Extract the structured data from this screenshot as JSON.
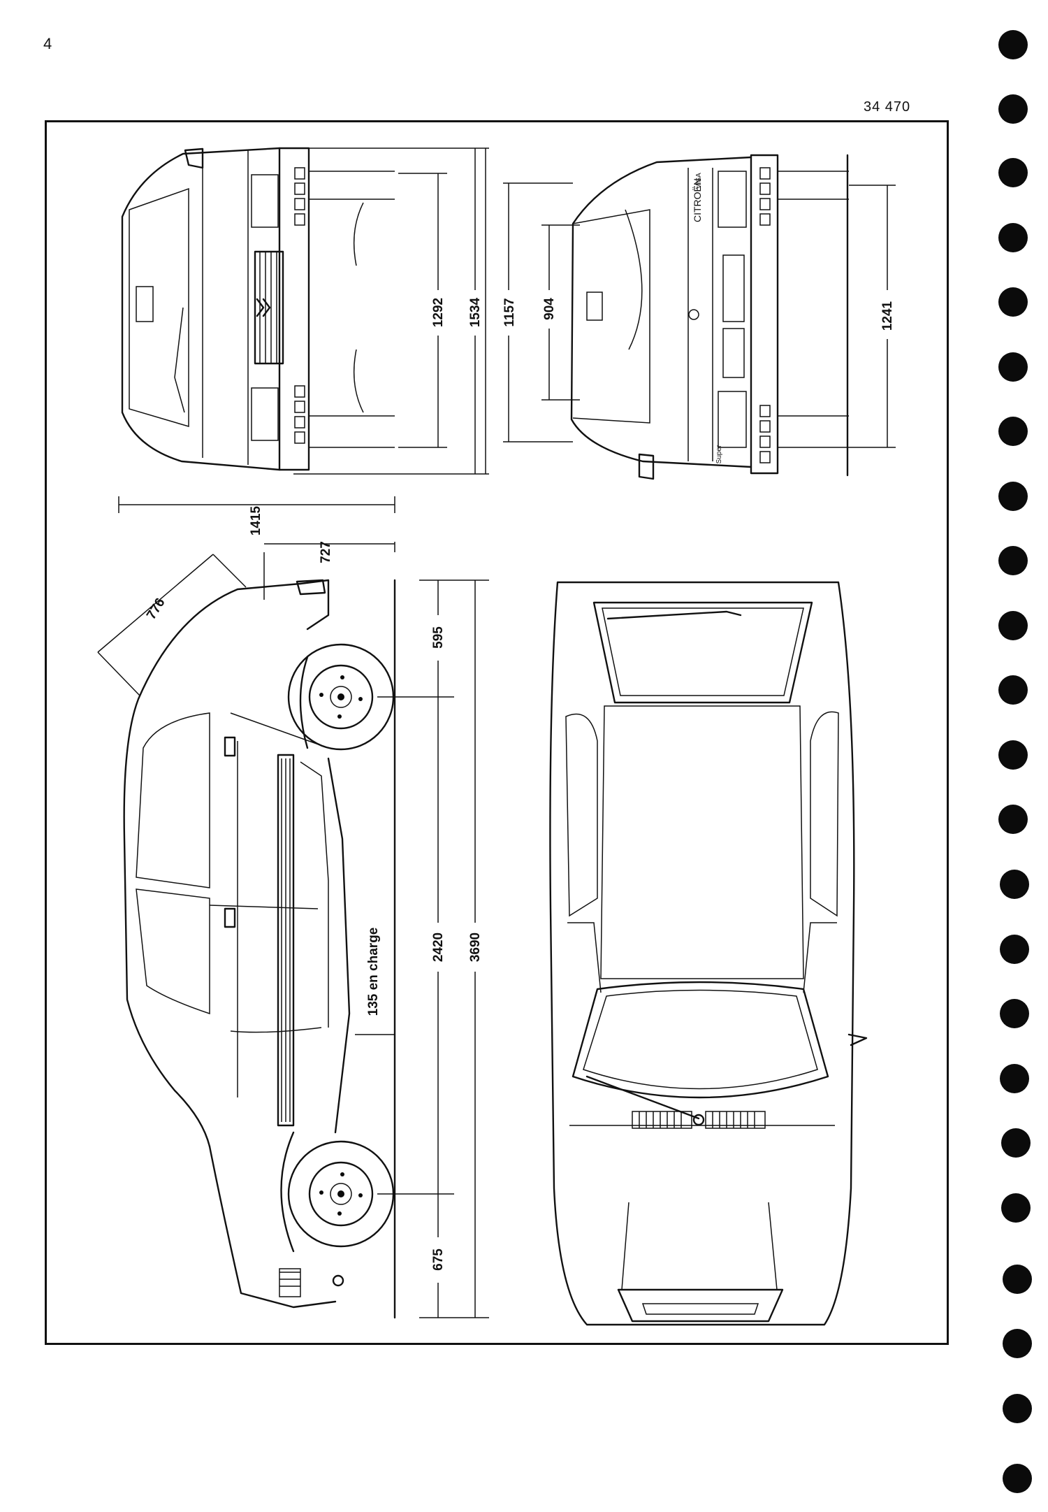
{
  "page": {
    "number": "4",
    "reference": "34 470"
  },
  "dimensions": {
    "front_width": "1415",
    "front_track": "1292",
    "overall_height": "1534",
    "rear_height": "1157",
    "rear_window_height": "904",
    "rear_track": "1241",
    "front_overhang": "595",
    "wheelbase": "2420",
    "overall_length": "3690",
    "rear_overhang": "675",
    "ground_clearance": "135 en charge",
    "roof_diagonal": "776",
    "rear_step": "727"
  },
  "badges": {
    "rear_brand": "CITROËN",
    "rear_model": "VISA",
    "rear_trim": "Super"
  }
}
